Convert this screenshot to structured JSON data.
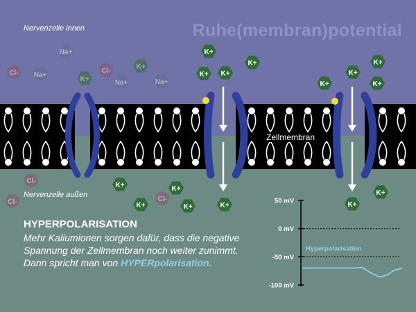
{
  "title": "Ruhe(membran)potential",
  "labels": {
    "inside": "Nervenzelle innen",
    "outside": "Nervenzelle außen",
    "membrane": "Zellmembran"
  },
  "ions": {
    "sodium": "Na+",
    "chloride": "Cl-",
    "potassium": "K+"
  },
  "section": {
    "heading": "HYPERPOLARISATION",
    "text_before": "Mehr Kaliumionen sorgen dafür, dass die negative Spannung der Zellmembran noch weiter zunimmt. Dann spricht man von ",
    "highlight": "HYPERpolarisation",
    "text_after": "."
  },
  "chart_data": {
    "type": "line",
    "series": [
      {
        "name": "Hyperpolarisation",
        "x": [
          0,
          0.5,
          0.6,
          0.7,
          0.78,
          0.85,
          0.92,
          1.0
        ],
        "values": [
          -70,
          -70,
          -69,
          -80,
          -86,
          -82,
          -74,
          -70
        ]
      }
    ],
    "yticks": [
      "50 mV",
      "0 mV",
      "-50 mV",
      "-100 mV"
    ],
    "tick_values": [
      50,
      0,
      -50,
      -100
    ],
    "ylim": [
      -100,
      50
    ],
    "reference_lines": [
      0,
      -50
    ],
    "line_color": "#8fd0ea"
  },
  "colors": {
    "inside": "#6f73a8",
    "outside": "#6e8a84",
    "membrane": "#000000",
    "channel": "#2f3f9c",
    "potassium": "#2f6c37",
    "sodium": "#5d6f8f",
    "chloride": "#8a5570",
    "gate": "#f2e02a",
    "highlight": "#8fd0ea"
  }
}
